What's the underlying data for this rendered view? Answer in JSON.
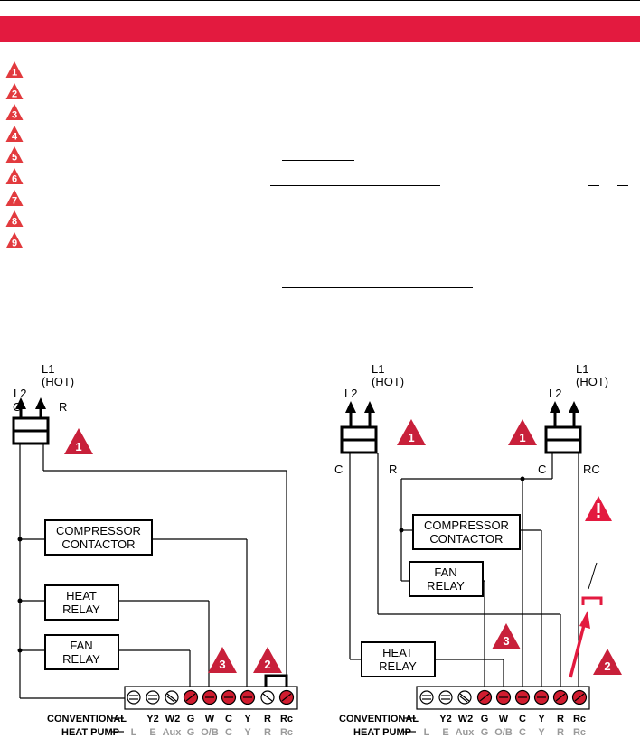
{
  "notes": [
    "1",
    "2",
    "3",
    "4",
    "5",
    "6",
    "7",
    "8",
    "9"
  ],
  "colors": {
    "accent": "#e31a3f",
    "note_triangle": "#e23a3e",
    "muted": "#9a9a9a"
  },
  "left_diagram": {
    "hot_label": [
      "L1",
      "(HOT)"
    ],
    "l2_label": "L2",
    "c_label": "C",
    "r_label": "R",
    "transformer_marker": "1",
    "jumper_marker": "2",
    "terminal_marker": "3",
    "boxes": {
      "compressor": [
        "COMPRESSOR",
        "CONTACTOR"
      ],
      "heat": [
        "HEAT",
        "RELAY"
      ],
      "fan": [
        "FAN",
        "RELAY"
      ]
    }
  },
  "right_diagram": {
    "transformer1_hot": [
      "L1",
      "(HOT)"
    ],
    "transformer1_l2": "L2",
    "transformer1_c": "C",
    "transformer1_r": "R",
    "transformer2_hot": [
      "L1",
      "(HOT)"
    ],
    "transformer2_l2": "L2",
    "transformer2_c": "C",
    "transformer2_rc": "RC",
    "transformer_marker_1": "1",
    "transformer_marker_2": "1",
    "jumper_marker": "2",
    "terminal_marker": "3",
    "boxes": {
      "compressor": [
        "COMPRESSOR",
        "CONTACTOR"
      ],
      "fan": [
        "FAN",
        "RELAY"
      ],
      "heat": [
        "HEAT",
        "RELAY"
      ]
    }
  },
  "terminal_strip": {
    "conventional_label": "CONVENTIONAL",
    "heat_pump_label": "HEAT PUMP",
    "conventional": [
      "Y2",
      "W2",
      "G",
      "W",
      "C",
      "Y",
      "R",
      "Rc"
    ],
    "heat_pump": [
      "L",
      "E",
      "Aux",
      "G",
      "O/B",
      "C",
      "Y",
      "R",
      "Rc"
    ]
  }
}
